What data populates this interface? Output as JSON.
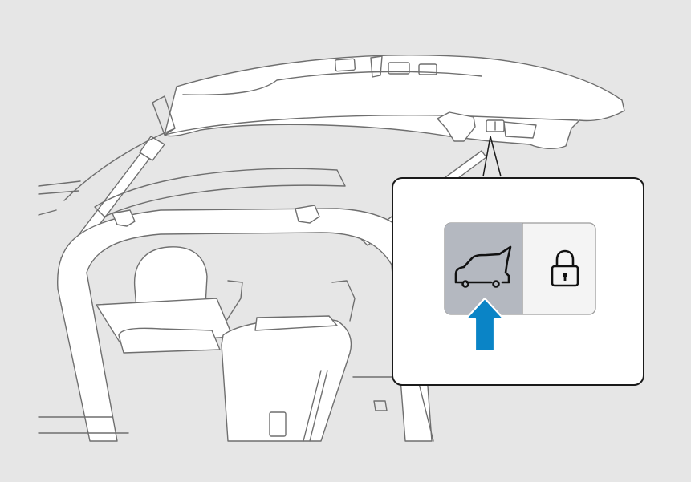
{
  "figure": {
    "subject": "tailgate-open-with-interior-switch-callout",
    "colors": {
      "background": "#e6e6e6",
      "line": "#6f6f6f",
      "fill": "#ffffff",
      "callout_border": "#1a1a1a",
      "open_button_fill": "#b4b8c0",
      "lock_button_fill": "#f4f4f4",
      "arrow": "#0a84c6"
    }
  },
  "callout": {
    "buttons": [
      {
        "id": "tailgate-open",
        "icon": "car-tailgate-open-icon",
        "state": "pressed"
      },
      {
        "id": "tailgate-lock",
        "icon": "lock-icon",
        "state": "normal"
      }
    ],
    "indicator": {
      "icon": "arrow-up-icon",
      "points_to": "tailgate-open"
    }
  }
}
